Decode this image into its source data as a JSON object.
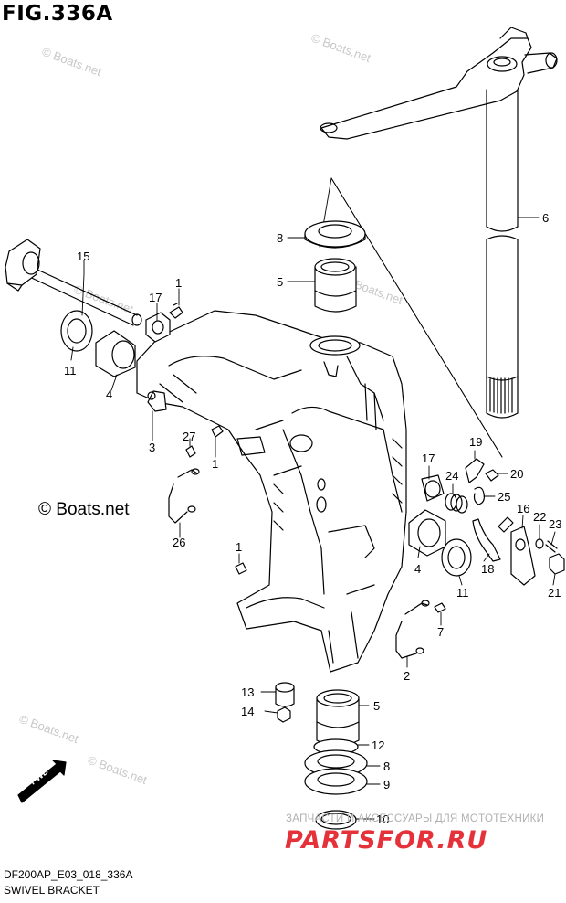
{
  "figure": {
    "title": "FIG.336A",
    "model_code": "DF200AP_E03_018_336A",
    "name": "SWIVEL BRACKET"
  },
  "callouts": [
    {
      "id": "c6",
      "label": "6"
    },
    {
      "id": "c8a",
      "label": "8"
    },
    {
      "id": "c5a",
      "label": "5"
    },
    {
      "id": "c15",
      "label": "15"
    },
    {
      "id": "c1a",
      "label": "1"
    },
    {
      "id": "c17a",
      "label": "17"
    },
    {
      "id": "c11a",
      "label": "11"
    },
    {
      "id": "c4a",
      "label": "4"
    },
    {
      "id": "c3",
      "label": "3"
    },
    {
      "id": "c27",
      "label": "27"
    },
    {
      "id": "c1b",
      "label": "1"
    },
    {
      "id": "c26",
      "label": "26"
    },
    {
      "id": "c1c",
      "label": "1"
    },
    {
      "id": "c19",
      "label": "19"
    },
    {
      "id": "c17b",
      "label": "17"
    },
    {
      "id": "c20",
      "label": "20"
    },
    {
      "id": "c24",
      "label": "24"
    },
    {
      "id": "c25",
      "label": "25"
    },
    {
      "id": "c16",
      "label": "16"
    },
    {
      "id": "c22",
      "label": "22"
    },
    {
      "id": "c23",
      "label": "23"
    },
    {
      "id": "c4b",
      "label": "4"
    },
    {
      "id": "c18",
      "label": "18"
    },
    {
      "id": "c11b",
      "label": "11"
    },
    {
      "id": "c21",
      "label": "21"
    },
    {
      "id": "c7",
      "label": "7"
    },
    {
      "id": "c2",
      "label": "2"
    },
    {
      "id": "c13",
      "label": "13"
    },
    {
      "id": "c14",
      "label": "14"
    },
    {
      "id": "c5b",
      "label": "5"
    },
    {
      "id": "c12",
      "label": "12"
    },
    {
      "id": "c8b",
      "label": "8"
    },
    {
      "id": "c9",
      "label": "9"
    },
    {
      "id": "c10",
      "label": "10"
    }
  ],
  "fwd_label": "FWD",
  "watermarks": {
    "small": "© Boats.net",
    "big": "© Boats.net"
  },
  "branding": {
    "subtitle": "ЗАПЧАСТИ И АКСЕССУАРЫ ДЛЯ МОТОТЕХНИКИ",
    "logo": "PARTSFOR.RU"
  }
}
